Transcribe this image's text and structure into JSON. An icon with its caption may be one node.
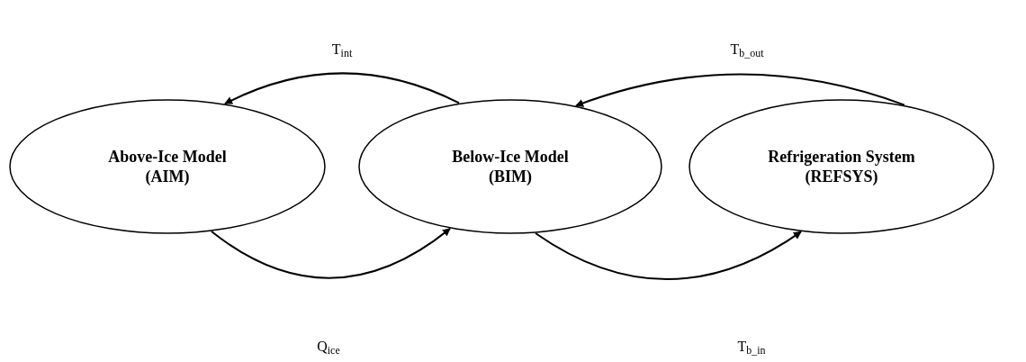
{
  "diagram": {
    "nodes": [
      {
        "text": [
          "Above-Ice Model",
          "(AIM)"
        ]
      },
      {
        "text": [
          "Below-Ice Model",
          "(BIM)"
        ]
      },
      {
        "text": [
          "Refrigeration System",
          "(REFSYS)"
        ]
      }
    ],
    "edges": [
      {
        "from": 1,
        "to": 0,
        "arrow": "to",
        "label": "T$_{int}$"
      },
      {
        "from": 2,
        "to": 1,
        "arrow": "to",
        "label": "T$_{b_out}$"
      },
      {
        "from": 0,
        "to": 1,
        "arrow": "to",
        "label": "Q$_{ice}$"
      },
      {
        "from": 1,
        "to": 2,
        "arrow": "to",
        "label": "T$_{b_in}$"
      }
    ]
  }
}
